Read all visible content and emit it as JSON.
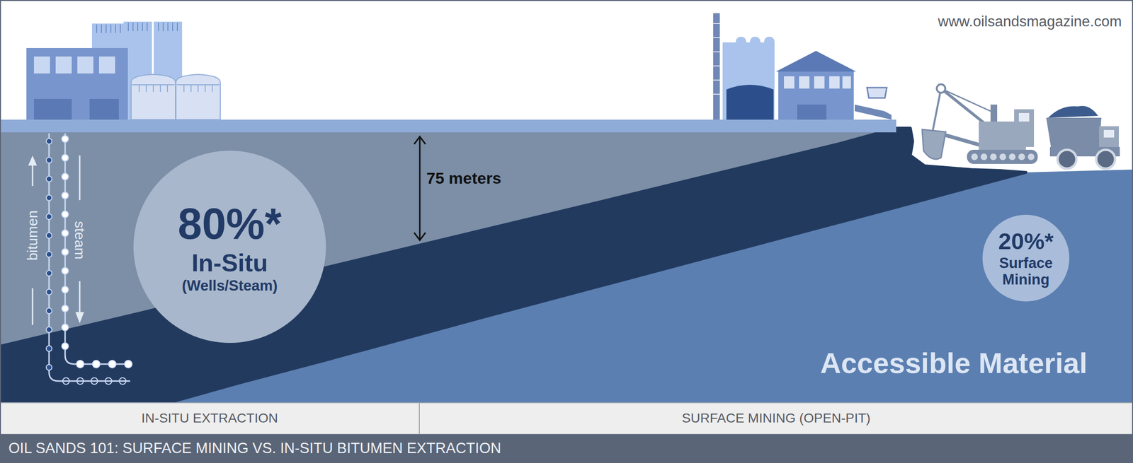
{
  "diagram": {
    "title": "OIL SANDS 101: SURFACE MINING VS. IN-SITU BITUMEN EXTRACTION",
    "nodes": [
      {
        "text": [
          "80%*",
          "In-Situ",
          "(Wells/Steam)"
        ]
      },
      {
        "text": [
          "20%*",
          "Surface Mining"
        ]
      },
      {
        "text": [
          "IN-SITU EXTRACTION"
        ]
      },
      {
        "text": [
          "SURFACE MINING (OPEN-PIT)"
        ]
      }
    ],
    "edges": [],
    "labels": [
      "www.oilsandsmagazine.com",
      "75 meters",
      "bitumen",
      "steam",
      "Accessible Material"
    ]
  }
}
